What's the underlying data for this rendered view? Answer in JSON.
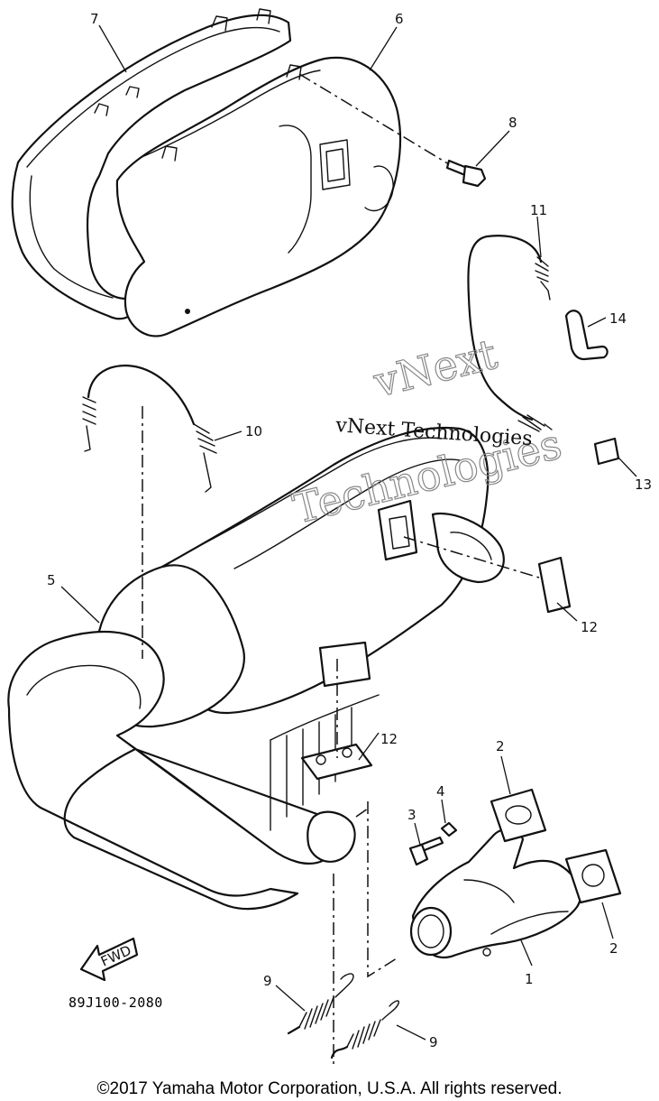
{
  "diagram": {
    "callouts": [
      "1",
      "2",
      "2",
      "3",
      "4",
      "5",
      "6",
      "7",
      "8",
      "9",
      "9",
      "10",
      "11",
      "12",
      "12",
      "13",
      "14"
    ],
    "fwd_label": "FWD",
    "part_code": "89J100-2080",
    "watermark_small": "vNext Technologies",
    "watermark_large": [
      "vNext",
      "Technologies"
    ]
  },
  "footer": {
    "copyright": "©2017 Yamaha Motor Corporation, U.S.A. All rights reserved."
  },
  "colors": {
    "ink": "#111111",
    "background": "#ffffff",
    "watermark": "#888888"
  }
}
